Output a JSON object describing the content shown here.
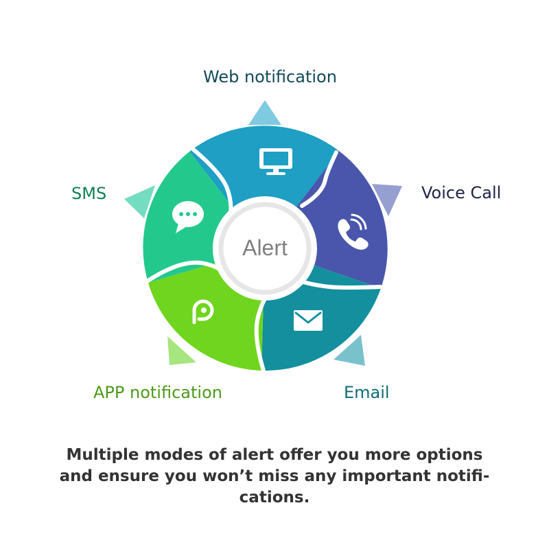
{
  "diagram": {
    "center_label": "Alert",
    "segments": [
      {
        "id": "web",
        "label": "Web notification",
        "icon": "monitor-icon",
        "color": "#1f9fc4",
        "label_color": "#124b57",
        "pointer_color": "#7fcae0"
      },
      {
        "id": "voice",
        "label": "Voice Call",
        "icon": "phone-icon",
        "color": "#4a56ab",
        "label_color": "#1d2346",
        "pointer_color": "#959fd0"
      },
      {
        "id": "email",
        "label": "Email",
        "icon": "envelope-icon",
        "color": "#138f9e",
        "label_color": "#0f6d79",
        "pointer_color": "#79c2cb"
      },
      {
        "id": "app",
        "label": "APP notification",
        "icon": "app-icon",
        "color": "#6fd51e",
        "label_color": "#4d9a1a",
        "pointer_color": "#a7e57e"
      },
      {
        "id": "sms",
        "label": "SMS",
        "icon": "chat-icon",
        "color": "#23c98c",
        "label_color": "#108051",
        "pointer_color": "#74dcc0"
      }
    ]
  },
  "caption": {
    "line1": "Multiple modes of alert offer you more options",
    "line2": "and ensure you won’t miss any important notifi-",
    "line3": "cations."
  }
}
